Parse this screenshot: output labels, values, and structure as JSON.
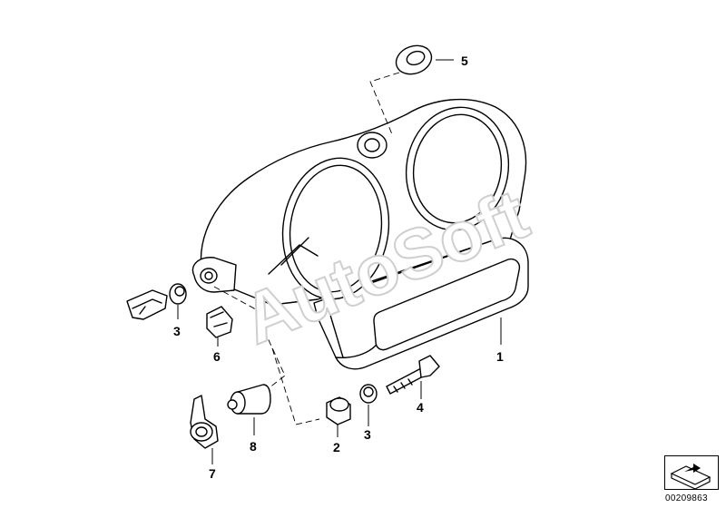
{
  "watermark": "AutoSoft",
  "callouts": {
    "c1": "1",
    "c2": "2",
    "c3a": "3",
    "c3b": "3",
    "c4": "4",
    "c5": "5",
    "c6": "6",
    "c7": "7",
    "c8": "8"
  },
  "diagram_ref": "00209863"
}
